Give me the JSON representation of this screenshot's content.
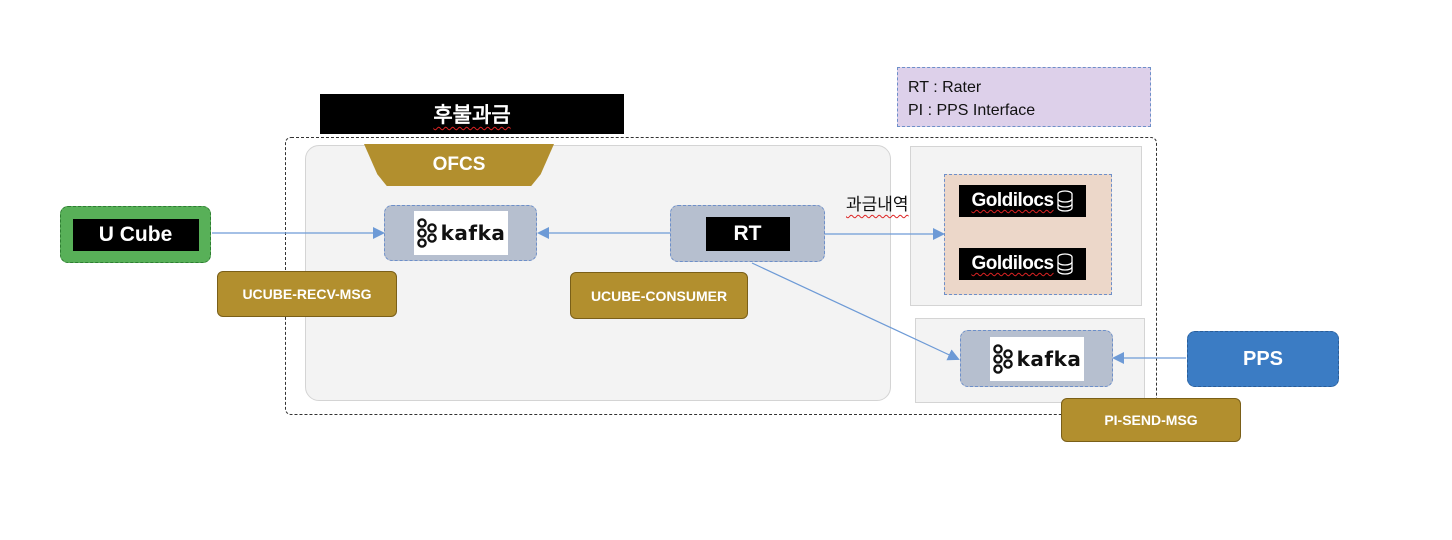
{
  "legend": {
    "line1": "RT : Rater",
    "line2": "PI : PPS Interface"
  },
  "title": "후불과금",
  "ofcs": {
    "label": "OFCS"
  },
  "nodes": {
    "ucube": "U Cube",
    "kafka_brand": "kafka",
    "rt": "RT",
    "goldilocs": "Goldilocs",
    "pps": "PPS"
  },
  "tags": {
    "ucube_recv": "UCUBE-RECV-MSG",
    "ucube_consumer": "UCUBE-CONSUMER",
    "pi_send": "PI-SEND-MSG"
  },
  "edges": {
    "billing_history": "과금내역"
  },
  "colors": {
    "ofcs_gold": "#b28f2e",
    "ucube_green": "#58b058",
    "pps_blue": "#3b7cc4",
    "legend_purple": "#ddd0ea",
    "arrow_blue": "#6d9ad6"
  }
}
